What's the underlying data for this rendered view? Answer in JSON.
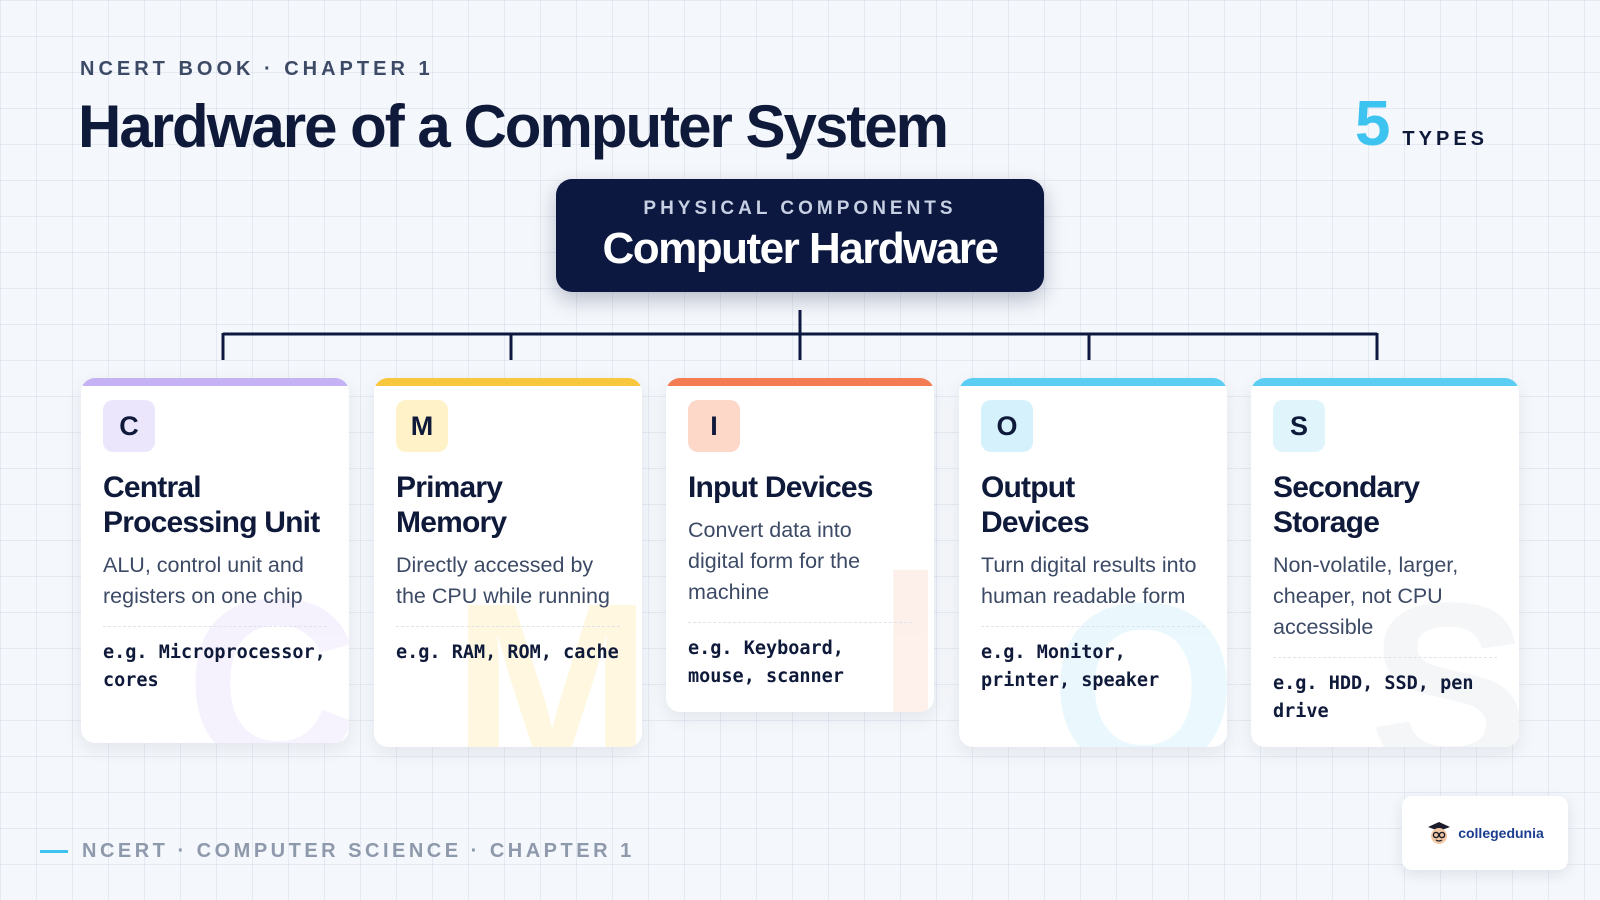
{
  "header": {
    "eyebrow": "NCERT BOOK · CHAPTER 1",
    "title": "Hardware of a Computer System",
    "count_number": "5",
    "count_label": "TYPES"
  },
  "root": {
    "subtitle": "PHYSICAL COMPONENTS",
    "title": "Computer Hardware"
  },
  "colors": {
    "navy": "#0c1840",
    "accent": "#3cc3ef"
  },
  "cards": [
    {
      "letter": "C",
      "title_line1": "Central",
      "title_line2": "Processing Unit",
      "desc": "ALU, control unit and registers on one chip",
      "example": "e.g. Microprocessor, cores",
      "bar_color": "#c4b2f5",
      "badge_bg": "#ece6fd",
      "watermark_color": "#e4dafc"
    },
    {
      "letter": "M",
      "title_line1": "Primary",
      "title_line2": "Memory",
      "desc": "Directly accessed by the CPU while running",
      "example": "e.g. RAM, ROM, cache",
      "bar_color": "#f8c73e",
      "badge_bg": "#fff2c8",
      "watermark_color": "#ffe9a6"
    },
    {
      "letter": "I",
      "title_line1": "Input Devices",
      "title_line2": "",
      "desc": "Convert data into digital form for the machine",
      "example": "e.g. Keyboard, mouse, scanner",
      "bar_color": "#f47c52",
      "badge_bg": "#fdd8c9",
      "watermark_color": "#fcd3c3"
    },
    {
      "letter": "O",
      "title_line1": "Output",
      "title_line2": "Devices",
      "desc": "Turn digital results into human readable form",
      "example": "e.g. Monitor, printer, speaker",
      "bar_color": "#5ccdf3",
      "badge_bg": "#d5f2fc",
      "watermark_color": "#c6edfb"
    },
    {
      "letter": "S",
      "title_line1": "Secondary",
      "title_line2": "Storage",
      "desc": "Non-volatile, larger, cheaper, not CPU accessible",
      "example": "e.g. HDD, SSD, pen drive",
      "bar_color": "#5ccdf3",
      "badge_bg": "#e0f4fc",
      "watermark_color": "#e3e6ea"
    }
  ],
  "footer": {
    "text": "NCERT · COMPUTER SCIENCE · CHAPTER 1"
  },
  "logo": {
    "text": "collegedunia",
    "icon": "mascot-icon"
  }
}
